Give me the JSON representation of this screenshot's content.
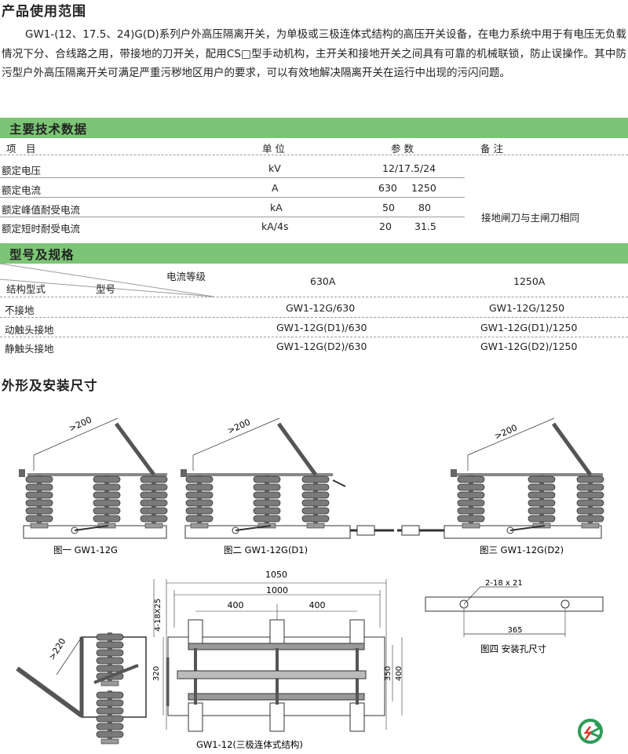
{
  "section_usage": {
    "title": "产品使用范围",
    "text": "GW1-(12、17.5、24)G(D)系列户外高压隔离开关，为单极或三极连体式结构的高压开关设备，在电力系统中用于有电压无负载情况下分、合线路之用，带接地的刀开关，配用CS□型手动机构，主开关和接地开关之间具有可靠的机械联锁，防止误操作。其中防污型户外高压隔离开关可满足严重污秽地区用户的要求，可以有效地解决隔离开关在运行中出现的污闪问题。"
  },
  "section_tech": {
    "title": "主要技术数据",
    "headers": [
      "项　目",
      "单 位",
      "参 数",
      "备 注"
    ],
    "rows": [
      {
        "item": "额定电压",
        "unit": "kV",
        "p1": "12/17.5/24",
        "p2": ""
      },
      {
        "item": "额定电流",
        "unit": "A",
        "p1": "630",
        "p2": "1250"
      },
      {
        "item": "额定峰值耐受电流",
        "unit": "kA",
        "p1": "50",
        "p2": "80"
      },
      {
        "item": "额定短时耐受电流",
        "unit": "kA/4s",
        "p1": "20",
        "p2": "31.5"
      }
    ],
    "remark": "接地闸刀与主闸刀相同"
  },
  "section_model": {
    "title": "型号及规格",
    "corner": {
      "current": "电流等级",
      "model": "型号",
      "structure": "结构型式"
    },
    "columns": [
      "630A",
      "1250A"
    ],
    "rows": [
      {
        "name": "不接地",
        "a": "GW1-12G/630",
        "b": "GW1-12G/1250"
      },
      {
        "name": "动触头接地",
        "a": "GW1-12G(D1)/630",
        "b": "GW1-12G(D1)/1250"
      },
      {
        "name": "静触头接地",
        "a": "GW1-12G(D2)/630",
        "b": "GW1-12G(D2)/1250"
      }
    ]
  },
  "section_dims": {
    "title": "外形及安装尺寸",
    "fig1": "图一 GW1-12G",
    "fig2": "图二 GW1-12G(D1)",
    "fig3": "图三 GW1-12G(D2)",
    "fig4": "图四 安装孔尺寸",
    "fig5": "GW1-12(三极连体式结构)",
    "dim200": ">200",
    "dim220": ">220",
    "dim1050": "1050",
    "dim1000": "1000",
    "dim400": "400",
    "dim4x18": "4-18X25",
    "dim320": "320",
    "dim350": "350",
    "dim400v": "400",
    "dim2x18": "2-18 x 21",
    "dim365": "365"
  }
}
